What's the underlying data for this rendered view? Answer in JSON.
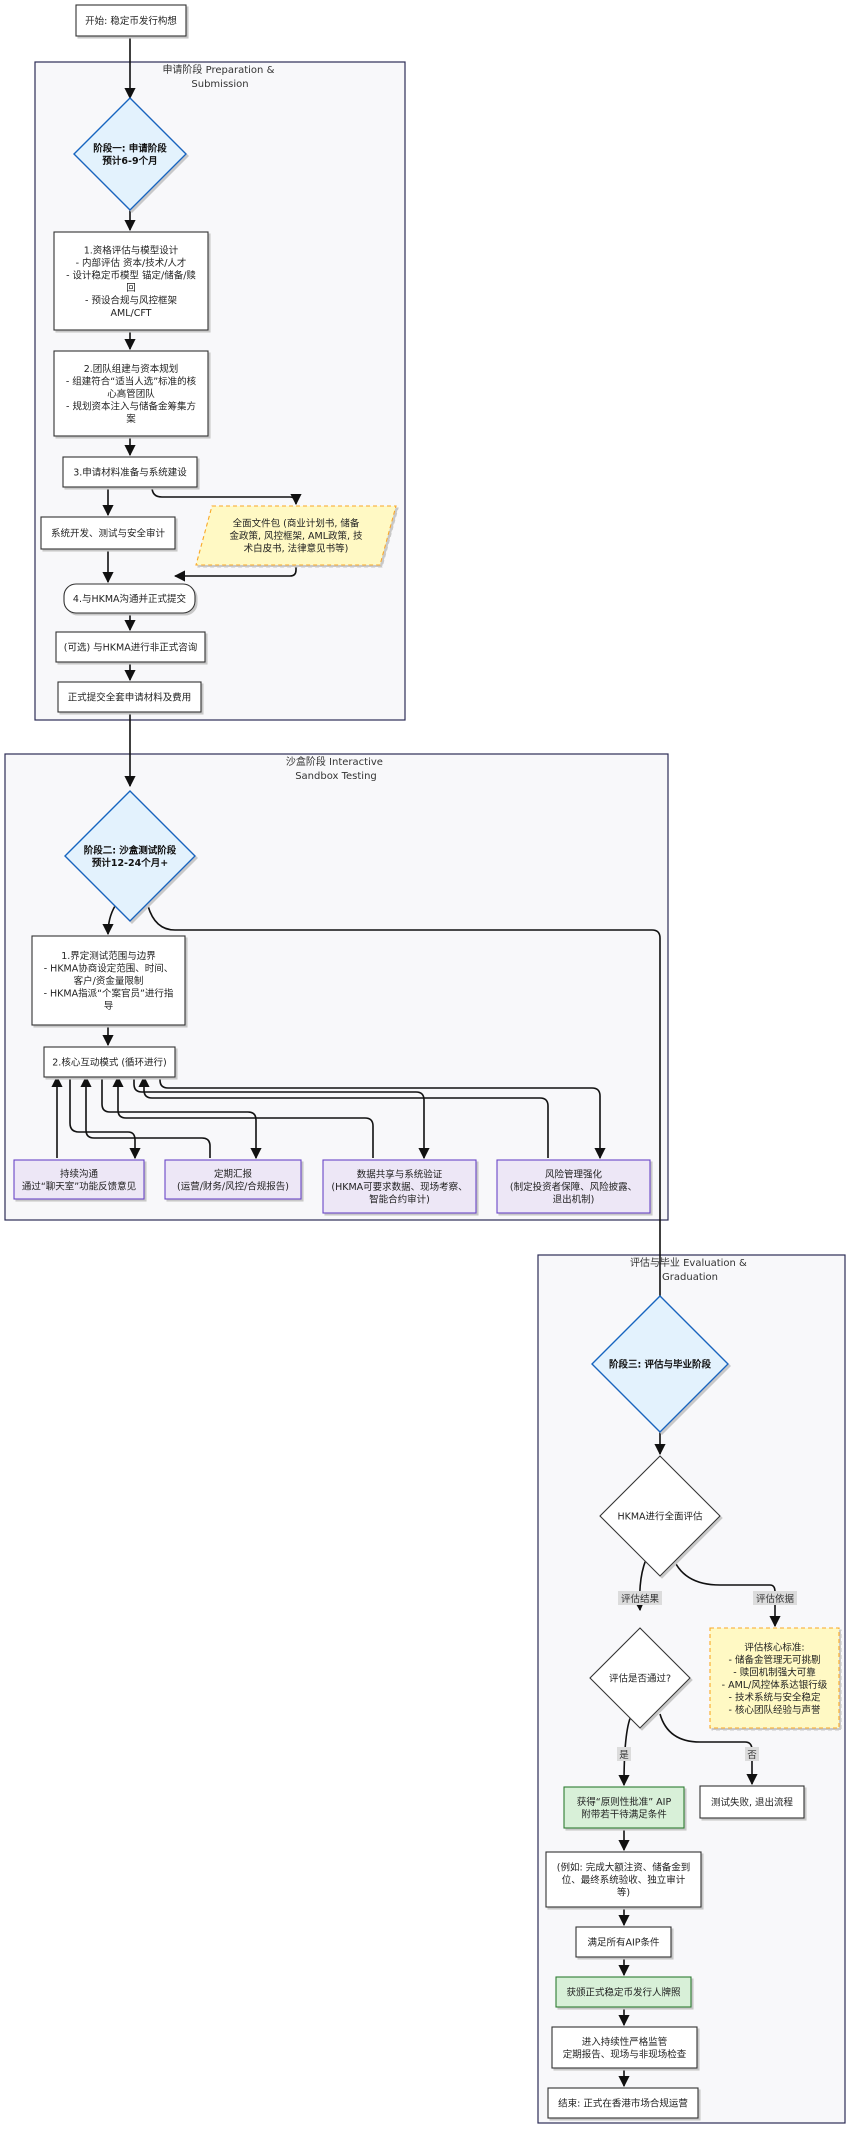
{
  "clusters": {
    "prep": {
      "title": [
        "申请阶段 Preparation &",
        "Submission"
      ]
    },
    "sandbox": {
      "title": [
        "沙盒阶段 Interactive",
        "Sandbox Testing"
      ]
    },
    "eval": {
      "title": [
        "评估与毕业 Evaluation &",
        "Graduation"
      ]
    }
  },
  "nodes": {
    "start": [
      "开始: 稳定币发行构想"
    ],
    "phase1": [
      "阶段一: 申请阶段",
      "预计6-9个月"
    ],
    "qualify": [
      "1.资格评估与模型设计",
      "- 内部评估 资本/技术/人才",
      "- 设计稳定币模型 锚定/储备/赎",
      "回",
      "- 预设合规与风控框架",
      "AML/CFT"
    ],
    "team": [
      "2.团队组建与资本规划",
      "- 组建符合“适当人选”标准的核",
      "心高管团队",
      "- 规划资本注入与储备金筹集方",
      "案"
    ],
    "materials": [
      "3.申请材料准备与系统建设"
    ],
    "docs": [
      "全面文件包 (商业计划书, 储备",
      "金政策, 风控框架, AML政策, 技",
      "术白皮书, 法律意见书等)"
    ],
    "sysdev": [
      "系统开发、测试与安全审计"
    ],
    "comm": [
      "4.与HKMA沟通并正式提交"
    ],
    "consult": [
      "(可选) 与HKMA进行非正式咨询"
    ],
    "submit": [
      "正式提交全套申请材料及费用"
    ],
    "phase2": [
      "阶段二: 沙盒测试阶段",
      "预计12-24个月+"
    ],
    "scope": [
      "1.界定测试范围与边界",
      "- HKMA协商设定范围、时间、",
      "客户/资金量限制",
      "- HKMA指派“个案官员”进行指",
      "导"
    ],
    "interact": [
      "2.核心互动模式 (循环进行)"
    ],
    "ongoing": [
      "持续沟通",
      "通过“聊天室”功能反馈意见"
    ],
    "report": [
      "定期汇报",
      "(运营/财务/风控/合规报告)"
    ],
    "datashare": [
      "数据共享与系统验证",
      "(HKMA可要求数据、现场考察、",
      "智能合约审计)"
    ],
    "risk": [
      "风险管理强化",
      "(制定投资者保障、风险披露、",
      "退出机制)"
    ],
    "phase3": [
      "阶段三: 评估与毕业阶段"
    ],
    "hkmaeval": [
      "HKMA进行全面评估"
    ],
    "pass": [
      "评估是否通过?"
    ],
    "criteria": [
      "评估核心标准:",
      "- 储备金管理无可挑剔",
      "- 赎回机制强大可靠",
      "- AML/风控体系达银行级",
      "- 技术系统与安全稳定",
      "- 核心团队经验与声誉"
    ],
    "aip": [
      "获得“原则性批准” AIP",
      "附带若干待满足条件"
    ],
    "fail": [
      "测试失败, 退出流程"
    ],
    "example": [
      "(例如: 完成大额注资、储备金到",
      "位、最终系统验收、独立审计",
      "等)"
    ],
    "meetall": [
      "满足所有AIP条件"
    ],
    "license": [
      "获颁正式稳定币发行人牌照"
    ],
    "supervise": [
      "进入持续性严格监管",
      "定期报告、现场与非现场检查"
    ],
    "end": [
      "结束: 正式在香港市场合规运营"
    ]
  },
  "edge_labels": {
    "result": "评估结果",
    "basis": "评估依据",
    "yes": "是",
    "no": "否"
  },
  "colors": {
    "cluster_fill": "#f8f8fa",
    "cluster_stroke": "#2d2d56",
    "node_stroke": "#333333",
    "decision_fill": "#e3f2fd",
    "decision_stroke": "#1565c0",
    "note_fill": "#fff9c4",
    "note_stroke": "#f9a825",
    "interact_fill": "#ede7f6",
    "interact_stroke": "#6a45c8",
    "success_fill": "#d8f0d8",
    "success_stroke": "#2e7d32"
  }
}
